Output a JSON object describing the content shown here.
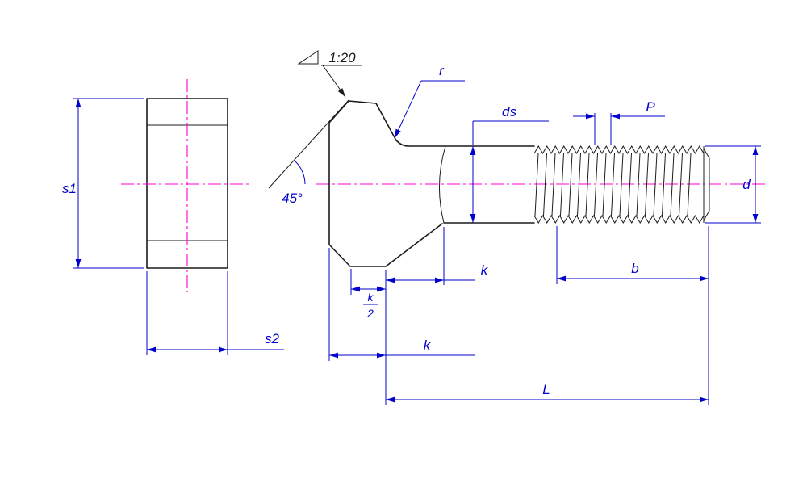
{
  "colors": {
    "outline": "#1c1c1c",
    "dimension": "#0000cd",
    "centerline": "#ff00cc",
    "background": "#ffffff"
  },
  "labels": {
    "taper": "1:20",
    "r": "r",
    "ds": "ds",
    "p": "P",
    "d": "d",
    "s1": "s1",
    "s2": "s2",
    "angle": "45°",
    "k_upper": "k",
    "k_lower": "k",
    "k_num": "k",
    "k_den": "2",
    "b": "b",
    "l": "L"
  }
}
